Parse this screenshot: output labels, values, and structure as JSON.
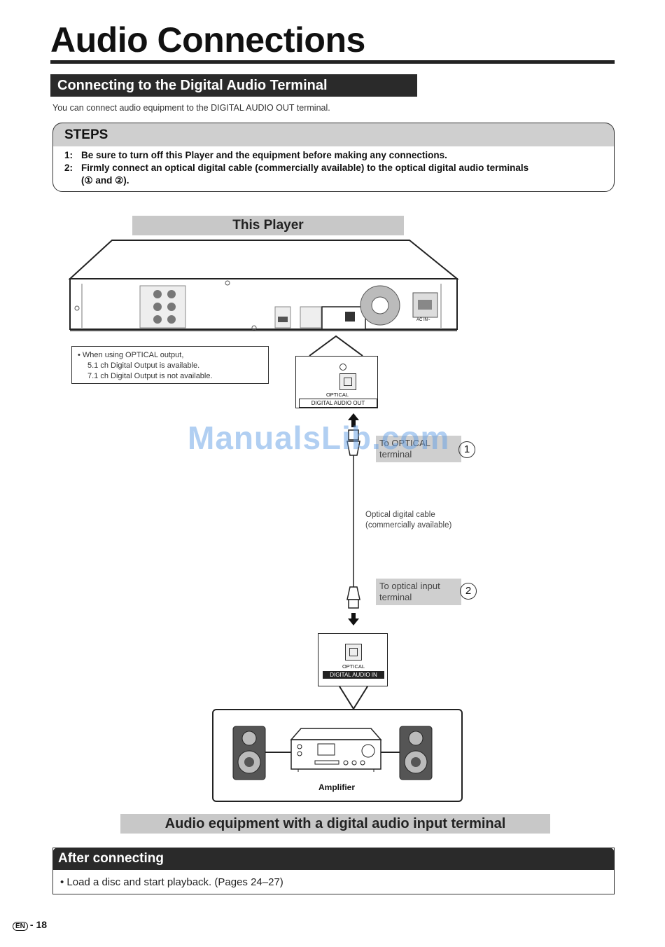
{
  "page_title": "Audio Connections",
  "section": {
    "heading": "Connecting to the Digital Audio Terminal",
    "intro": "You can connect audio equipment to the DIGITAL AUDIO OUT terminal."
  },
  "steps": {
    "label": "STEPS",
    "items": [
      {
        "num": "1:",
        "text": "Be sure to turn off this Player and the equipment before making any connections."
      },
      {
        "num": "2:",
        "text": "Firmly connect an optical digital cable (commercially available) to the optical digital audio terminals",
        "text2": "(① and ②)."
      }
    ]
  },
  "diagram": {
    "player_label": "This Player",
    "note_lines": [
      "• When using OPTICAL output,",
      "5.1 ch Digital Output is available.",
      "7.1 ch Digital Output is not available."
    ],
    "out_terminal": {
      "label": "OPTICAL",
      "name": "DIGITAL AUDIO OUT"
    },
    "in_terminal": {
      "label": "OPTICAL",
      "name": "DIGITAL AUDIO IN"
    },
    "tag1": {
      "line1": "To OPTICAL",
      "line2": "terminal",
      "num": "1"
    },
    "tag2": {
      "line1": "To optical input",
      "line2": "terminal",
      "num": "2"
    },
    "cable_note": [
      "Optical digital cable",
      "(commercially available)"
    ],
    "amplifier_label": "Amplifier",
    "equipment_label": "Audio equipment with a digital audio input terminal",
    "panel_labels": {
      "ac_in": "AC IN~"
    }
  },
  "after": {
    "heading": "After connecting",
    "text": "• Load a disc and start playback. (Pages 24–27)"
  },
  "footer": {
    "lang": "EN",
    "page": "- 18"
  },
  "watermark": "ManualsLib.com"
}
